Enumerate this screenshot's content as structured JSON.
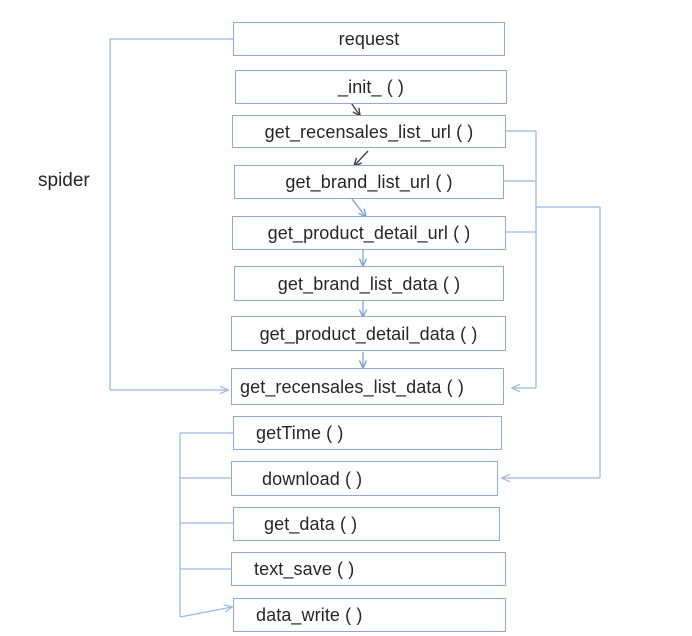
{
  "diagram": {
    "title_label": "spider",
    "background_color": "#ffffff",
    "box_border_color": "#8eaadb",
    "wire_color": "#9cb9e0",
    "arrow_color": "#404040",
    "text_color": "#262626",
    "flow_group_label": "spider",
    "nodes": [
      {
        "id": "request",
        "label": "request"
      },
      {
        "id": "init",
        "label": "_init_ (  )"
      },
      {
        "id": "get_recensales_list_url",
        "label": "get_recensales_list_url (  )"
      },
      {
        "id": "get_brand_list_url",
        "label": "get_brand_list_url (  )"
      },
      {
        "id": "get_product_detail_url",
        "label": "get_product_detail_url (  )"
      },
      {
        "id": "get_brand_list_data",
        "label": "get_brand_list_data (  )"
      },
      {
        "id": "get_product_detail_data",
        "label": "get_product_detail_data (  )"
      },
      {
        "id": "get_recensales_list_data",
        "label": "get_recensales_list_data (  )"
      },
      {
        "id": "getTime",
        "label": "getTime (  )"
      },
      {
        "id": "download",
        "label": "download (  )"
      },
      {
        "id": "get_data",
        "label": "get_data (  )"
      },
      {
        "id": "text_save",
        "label": "text_save (  )"
      },
      {
        "id": "data_write",
        "label": "data_write (  )"
      }
    ],
    "edges": [
      {
        "from": "init",
        "to": "get_recensales_list_url"
      },
      {
        "from": "get_recensales_list_url",
        "to": "get_brand_list_url"
      },
      {
        "from": "get_brand_list_url",
        "to": "get_product_detail_url"
      },
      {
        "from": "get_product_detail_url",
        "to": "get_brand_list_data"
      },
      {
        "from": "get_brand_list_data",
        "to": "get_product_detail_data"
      },
      {
        "from": "get_product_detail_data",
        "to": "get_recensales_list_data"
      },
      {
        "from": "request",
        "to": "get_recensales_list_data"
      },
      {
        "from": "get_recensales_list_url",
        "to": "get_recensales_list_data"
      },
      {
        "from": "get_brand_list_url",
        "to": "get_recensales_list_data"
      },
      {
        "from": "get_product_detail_url",
        "to": "download"
      },
      {
        "from": "getTime",
        "to": "data_write"
      },
      {
        "from": "download",
        "to": "data_write"
      },
      {
        "from": "get_data",
        "to": "data_write"
      },
      {
        "from": "text_save",
        "to": "data_write"
      }
    ]
  }
}
